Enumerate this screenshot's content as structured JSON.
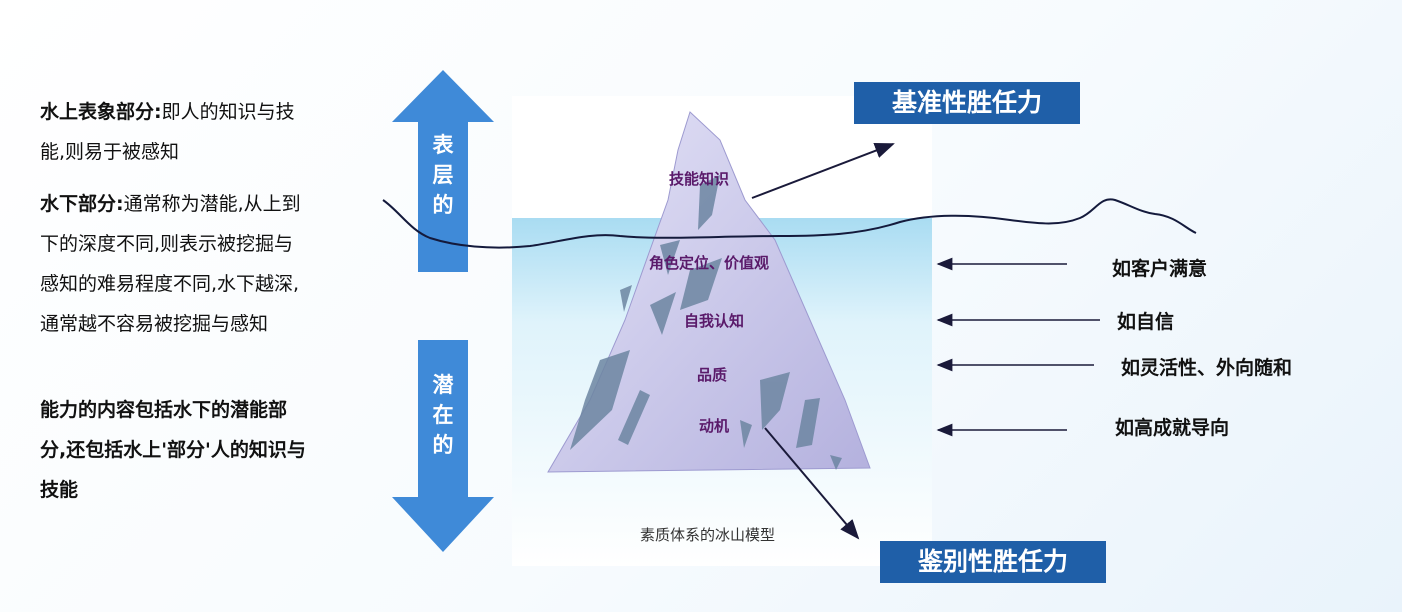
{
  "left": {
    "para1_bold": "水上表象部分:",
    "para1_text": "即人的知识与技能,则易于被感知",
    "para2_bold": "水下部分:",
    "para2_text": "通常称为潜能,从上到下的深度不同,则表示被挖掘与感知的难易程度不同,水下越深,通常越不容易被挖掘与感知",
    "para3": "能力的内容包括水下的潜能部分,还包括水上'部分'人的知识与技能"
  },
  "arrows": {
    "up_label": [
      "表",
      "层",
      "的"
    ],
    "down_label": [
      "潜",
      "在",
      "的"
    ]
  },
  "boxes": {
    "top": "基准性胜任力",
    "bottom": "鉴别性胜任力"
  },
  "iceberg": {
    "labels": [
      "技能知识",
      "角色定位、价值观",
      "自我认知",
      "品质",
      "动机"
    ],
    "caption": "素质体系的冰山模型"
  },
  "examples": [
    "如客户满意",
    "如自信",
    "如灵活性、外向随和",
    "如高成就导向"
  ],
  "colors": {
    "arrow_blue": "#3f8ad8",
    "box_blue": "#1f5fa8",
    "water": "#bfe6f5",
    "ice": "#c8c6ea"
  }
}
